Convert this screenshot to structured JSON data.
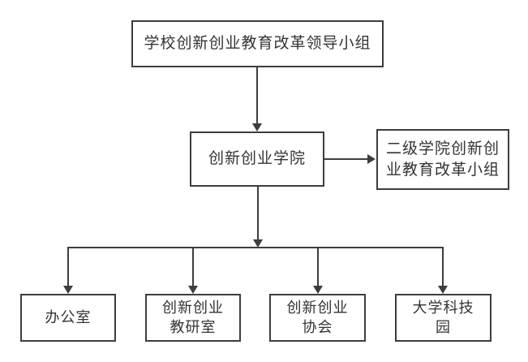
{
  "diagram": {
    "type": "org-chart",
    "nodes": {
      "leading_group": {
        "label": "学校创新创业教育改革领导小组"
      },
      "college": {
        "label": "创新创业学院"
      },
      "secondary_group": {
        "label": "二级学院创新创\n业教育改革小组"
      },
      "office": {
        "label": "办公室"
      },
      "teaching_research": {
        "label": "创新创业\n教研室"
      },
      "association": {
        "label": "创新创业\n协会"
      },
      "science_park": {
        "label": "大学科技\n园"
      }
    },
    "edges": [
      {
        "from": "leading_group",
        "to": "college",
        "type": "arrow"
      },
      {
        "from": "college",
        "to": "secondary_group",
        "type": "arrow"
      },
      {
        "from": "college",
        "to": "office",
        "type": "arrow"
      },
      {
        "from": "college",
        "to": "teaching_research",
        "type": "arrow"
      },
      {
        "from": "college",
        "to": "association",
        "type": "arrow"
      },
      {
        "from": "college",
        "to": "science_park",
        "type": "arrow"
      }
    ],
    "colors": {
      "line": "#3d3d3d",
      "text": "#333333",
      "background": "#ffffff"
    }
  }
}
